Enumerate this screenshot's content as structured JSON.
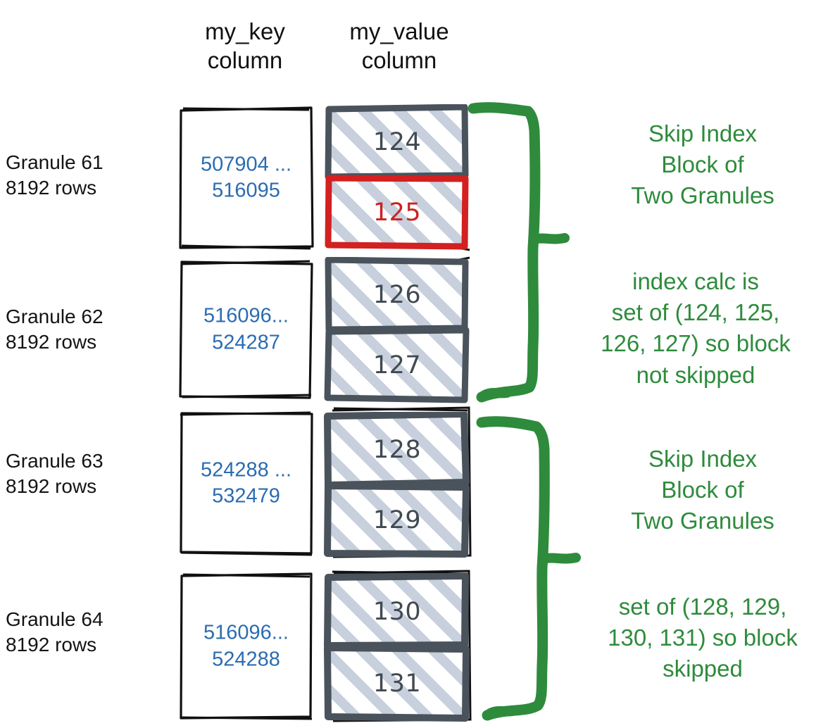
{
  "headers": {
    "key_column": "my_key\ncolumn",
    "value_column": "my_value\ncolumn"
  },
  "colors": {
    "key_text": "#2b6cb0",
    "value_text": "#414a52",
    "highlight": "#cc2222",
    "annotation_green": "#2e8b3c",
    "hatch": "#c7d0dc",
    "box_border": "#4a535c",
    "sketch_black": "#111111"
  },
  "granules": [
    {
      "label": "Granule 61\n8192 rows",
      "key_range": "507904 ...\n516095",
      "values": [
        {
          "text": "124",
          "highlighted": false
        },
        {
          "text": "125",
          "highlighted": true
        }
      ]
    },
    {
      "label": "Granule 62\n8192 rows",
      "key_range": "516096...\n524287",
      "values": [
        {
          "text": "126",
          "highlighted": false
        },
        {
          "text": "127",
          "highlighted": false
        }
      ]
    },
    {
      "label": "Granule 63\n8192 rows",
      "key_range": "524288 ...\n532479",
      "values": [
        {
          "text": "128",
          "highlighted": false
        },
        {
          "text": "129",
          "highlighted": false
        }
      ]
    },
    {
      "label": "Granule 64\n8192 rows",
      "key_range": "516096...\n524288",
      "values": [
        {
          "text": "130",
          "highlighted": false
        },
        {
          "text": "131",
          "highlighted": false
        }
      ]
    }
  ],
  "annotations": [
    {
      "text": "Skip Index\nBlock of\nTwo Granules"
    },
    {
      "text": "index calc is\nset of (124, 125,\n126, 127) so block\nnot skipped"
    },
    {
      "text": "Skip Index\nBlock of\nTwo Granules"
    },
    {
      "text": "set of (128, 129,\n130, 131) so block\nskipped"
    }
  ]
}
